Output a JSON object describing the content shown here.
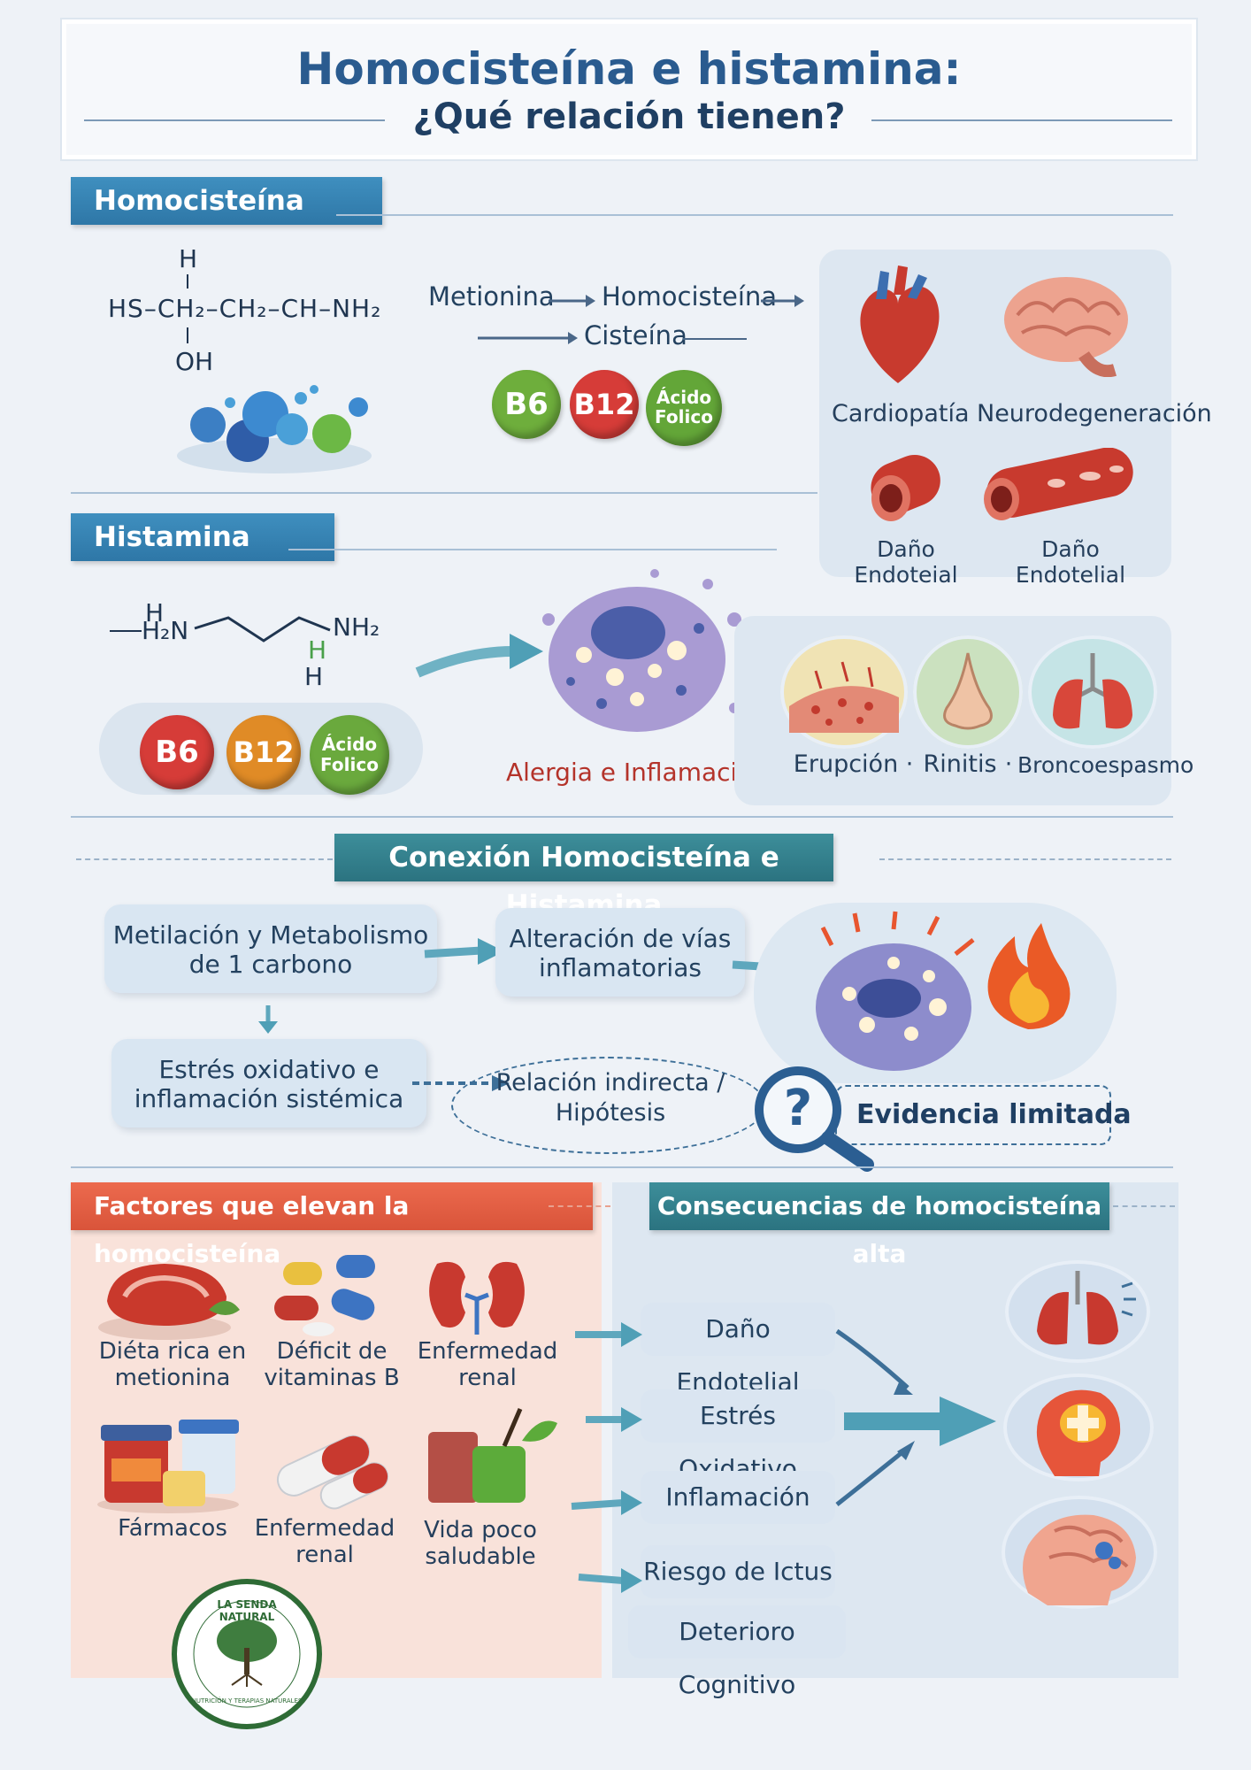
{
  "title": {
    "main": "Homocisteína e histamina:",
    "sub": "¿Qué relación tienen?"
  },
  "homocisteina": {
    "tab": "Homocisteína",
    "formula": {
      "h_top": "H",
      "chain": "HS–CH₂–CH₂–CH–NH₂",
      "oh": "OH"
    },
    "pathway": {
      "metionina": "Metionina",
      "homocisteina": "Homocisteína",
      "cisteina": "Cisteína"
    },
    "vitamins": [
      "B6",
      "B12",
      "Ácido Folico"
    ],
    "risks": [
      "Cardiopatía",
      "Neurodegeneración",
      "Daño Endoteial",
      "Daño Endotelial"
    ]
  },
  "histamina": {
    "tab": "Histamina",
    "formula": {
      "h_top": "H",
      "left": "H₂N",
      "right": "NH₂",
      "h_mid": "H",
      "h_bottom": "H"
    },
    "vitamins": [
      "B6",
      "B12",
      "Ácido Folico"
    ],
    "cell_label": "Alergia e Inflamación",
    "symptoms": [
      "Erupción",
      "Rinitis",
      "Broncoespasmo"
    ],
    "separator": "·"
  },
  "conexion": {
    "tab": "Conexión Homocisteína e Histamina",
    "box1": [
      "Metilación y Metabolismo",
      "de 1 carbono"
    ],
    "box2": [
      "Alteración de vías",
      "inflamatorias"
    ],
    "box3": [
      "Estrés oxidativo e",
      "inflamación sistémica"
    ],
    "box4": [
      "Relación indirecta /",
      "Hipótesis"
    ],
    "question_mark": "?",
    "evidence": "Evidencia limitada"
  },
  "factores": {
    "tab": "Factores que elevan la homocisteína",
    "items": [
      [
        "Diéta rica en",
        "metionina"
      ],
      [
        "Déficit de",
        "vitaminas B"
      ],
      [
        "Enfermedad",
        "renal"
      ],
      [
        "Fármacos",
        ""
      ],
      [
        "Enfermedad",
        "renal"
      ],
      [
        "Vida poco",
        "saludable"
      ]
    ]
  },
  "consecuencias": {
    "tab": "Consecuencias de homocisteína alta",
    "items": [
      "Daño Endotelial",
      "Estrés Oxidativo",
      "Inflamación",
      "Riesgo de Ictus",
      "Deterioro Cognitivo"
    ]
  },
  "logo": {
    "top_text": "LA SENDA NATURAL",
    "bottom_text": "NUTRICIÓN Y TERAPIAS NATURALES"
  },
  "colors": {
    "primary_blue": "#2a5b8f",
    "tab_blue": "#3a87b8",
    "tab_teal": "#2f7f8c",
    "tab_red": "#e05f43",
    "logo_green": "#2e6b35"
  }
}
